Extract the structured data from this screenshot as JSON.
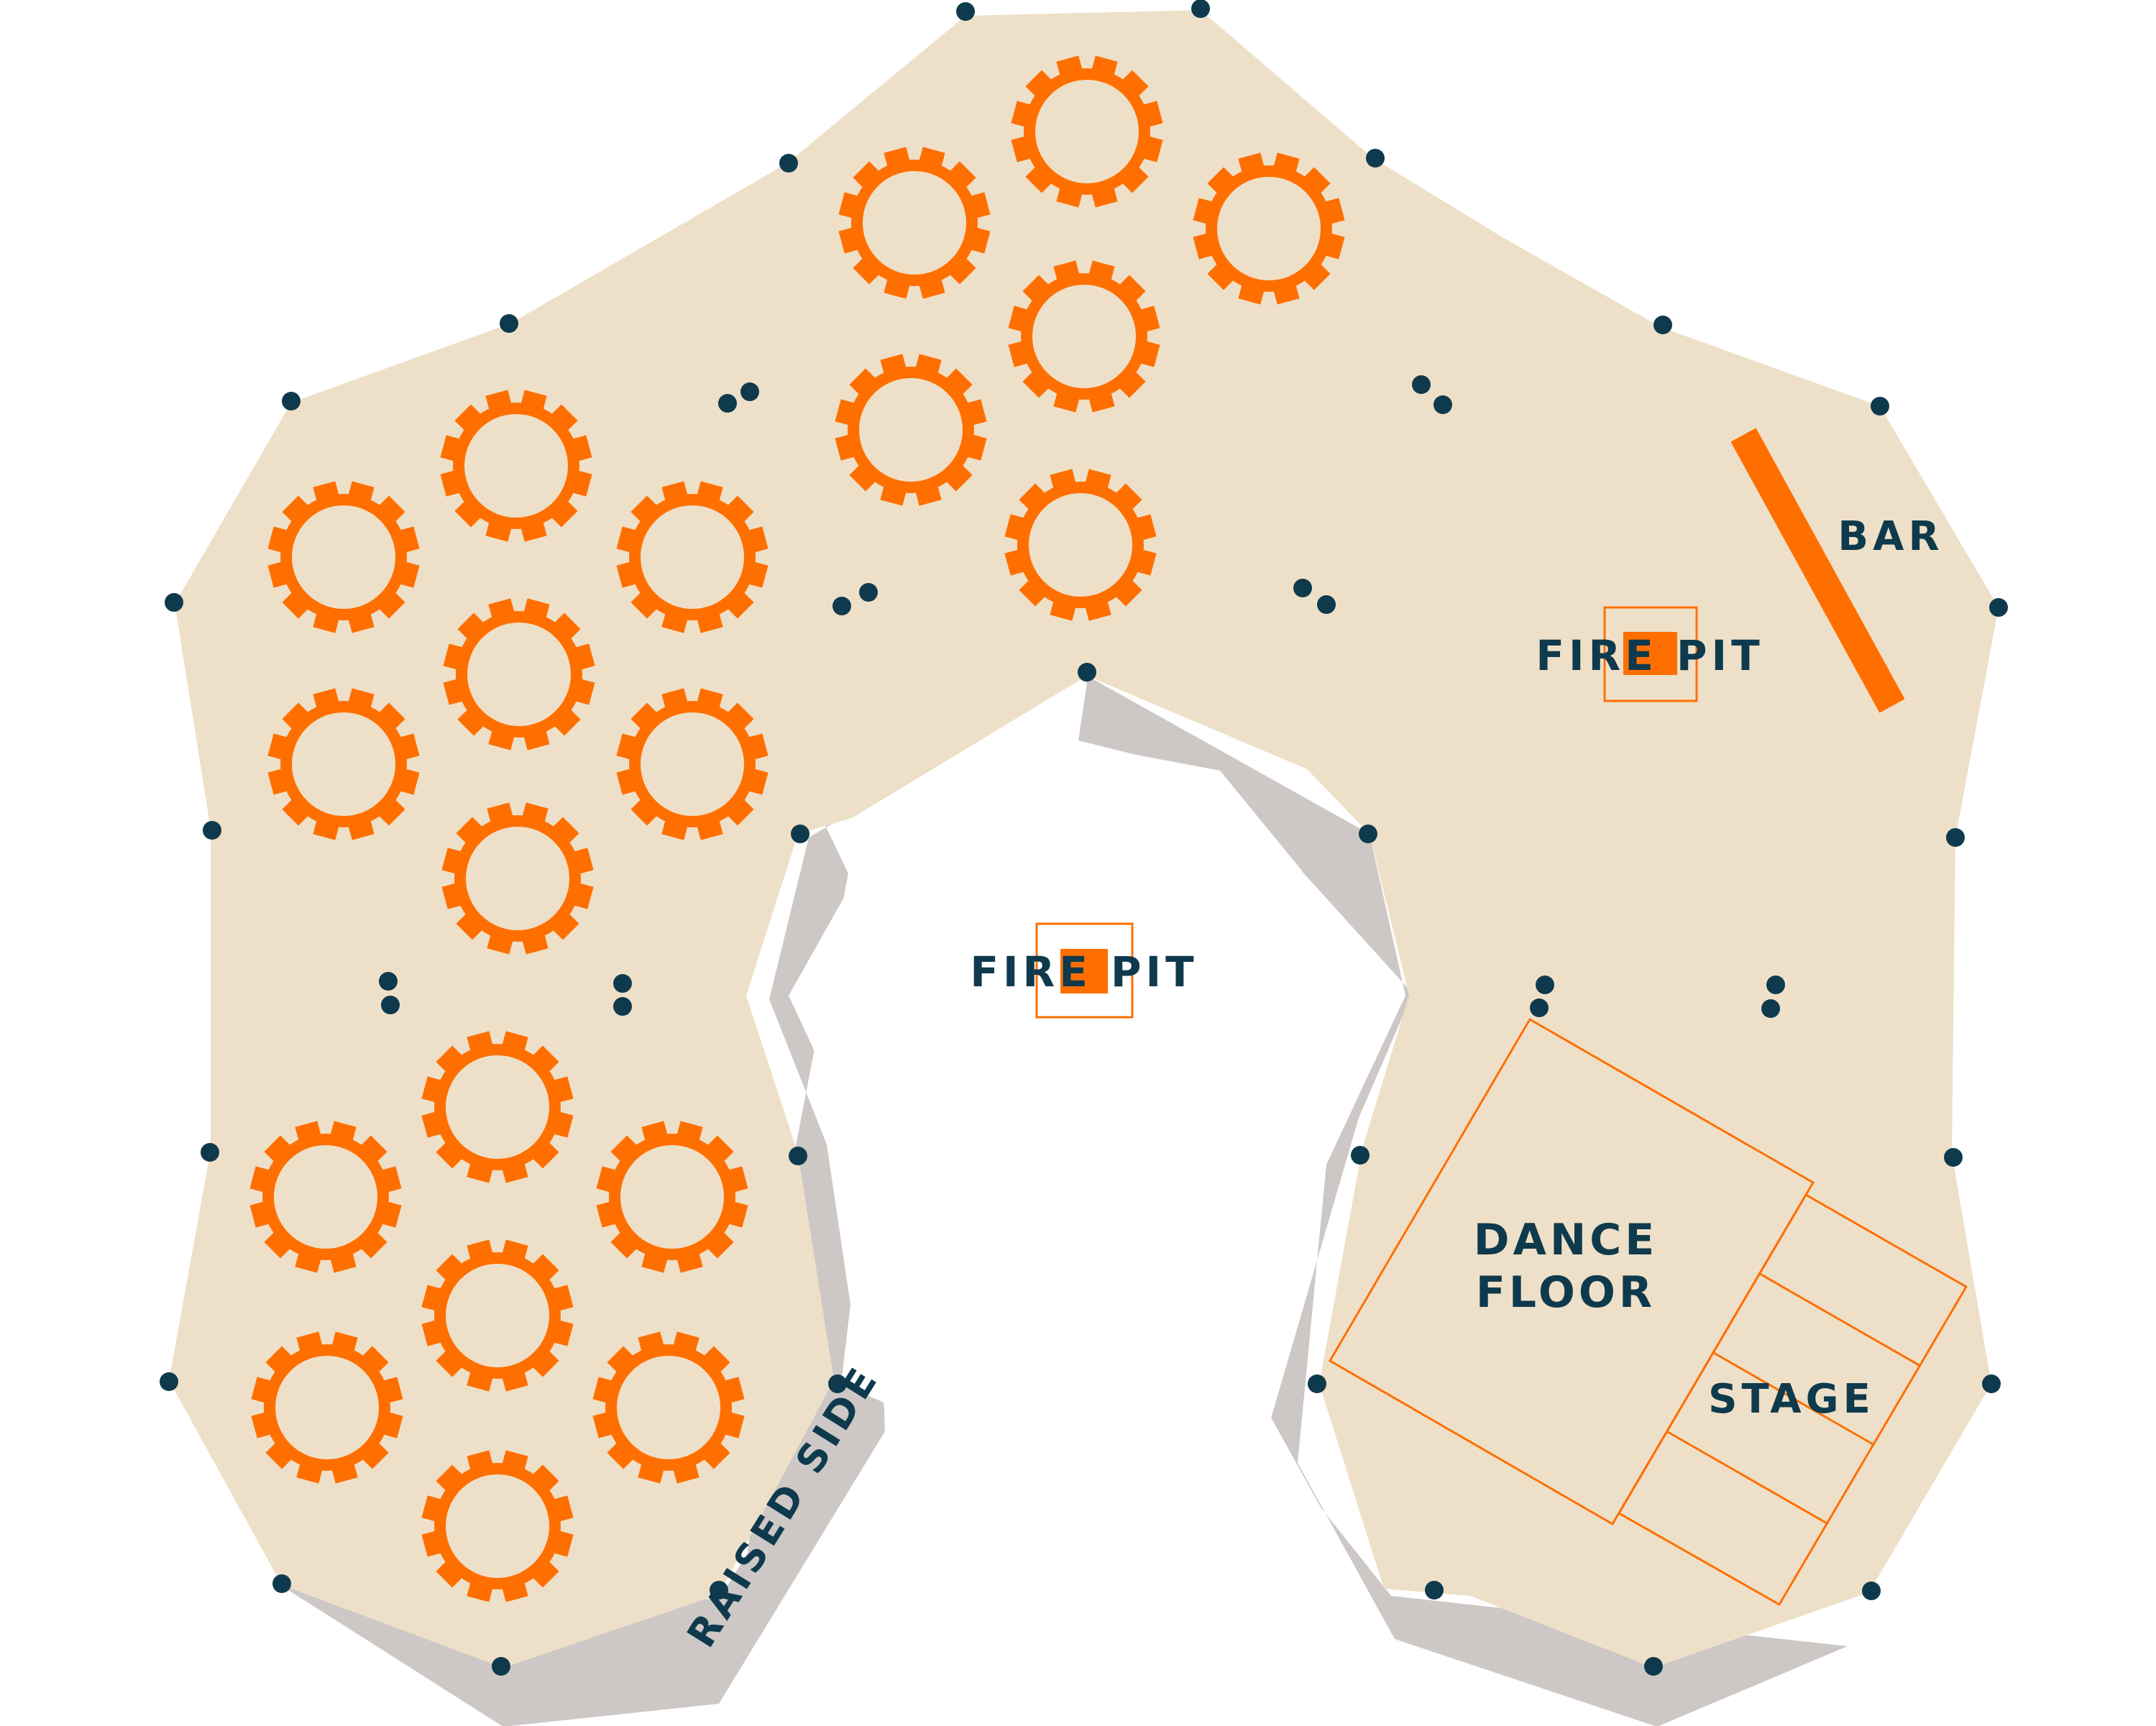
{
  "labels": {
    "fire_pit": "FIRE PIT",
    "bar": "BAR",
    "dance_floor_line1": "DANCE",
    "dance_floor_line2": "FLOOR",
    "stage": "STAGE",
    "raised_side": "RAISED SIDE"
  },
  "colors": {
    "floor": "#eee0c8",
    "raised_shadow": "#cdc8c6",
    "accent": "#ff6f00",
    "post": "#0f3a4d",
    "text": "#0f3a4d"
  },
  "icons": {
    "table": "round-table-with-chairs-icon",
    "post": "tent-pole-icon",
    "fire_pit": "fire-pit-icon"
  }
}
